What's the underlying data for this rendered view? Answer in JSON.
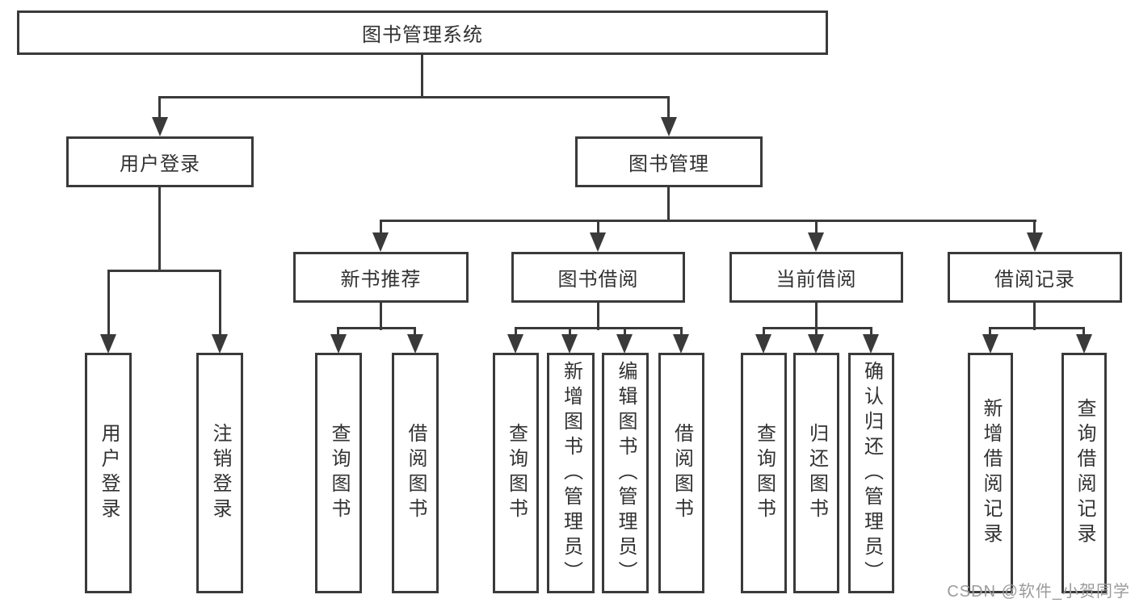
{
  "diagram": {
    "title_note": "functional structure diagram",
    "root": {
      "label": "图书管理系统"
    },
    "branches": [
      {
        "label": "用户登录",
        "leaves": [
          {
            "label": "用户登录"
          },
          {
            "label": "注销登录"
          }
        ]
      },
      {
        "label": "图书管理",
        "sections": [
          {
            "label": "新书推荐",
            "leaves": [
              {
                "label": "查询图书"
              },
              {
                "label": "借阅图书"
              }
            ]
          },
          {
            "label": "图书借阅",
            "leaves": [
              {
                "label": "查询图书"
              },
              {
                "label": "新增图书（管理员）"
              },
              {
                "label": "编辑图书（管理员）"
              },
              {
                "label": "借阅图书"
              }
            ]
          },
          {
            "label": "当前借阅",
            "leaves": [
              {
                "label": "查询图书"
              },
              {
                "label": "归还图书"
              },
              {
                "label": "确认归还（管理员）"
              }
            ]
          },
          {
            "label": "借阅记录",
            "leaves": [
              {
                "label": "新增借阅记录"
              },
              {
                "label": "查询借阅记录"
              }
            ]
          }
        ]
      }
    ],
    "colors": {
      "line": "#3a3a3a",
      "text": "#323232",
      "watermark": "#9b9b9b",
      "background": "#ffffff"
    },
    "watermark": "CSDN @软件_小贺同学"
  }
}
